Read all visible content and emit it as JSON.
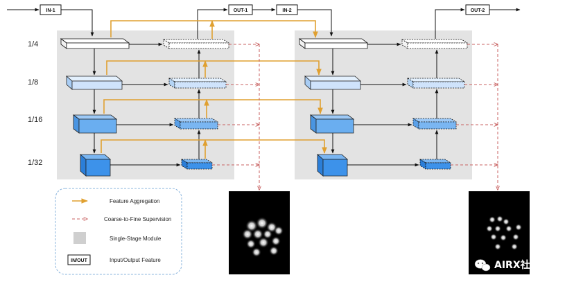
{
  "io_labels": {
    "in1": "IN-1",
    "out1": "OUT-1",
    "in2": "IN-2",
    "out2": "OUT-2"
  },
  "scales": [
    "1/4",
    "1/8",
    "1/16",
    "1/32"
  ],
  "legend": {
    "feature_aggregation": "Feature Aggregation",
    "coarse_to_fine": "Coarse-to-Fine Supervision",
    "single_stage": "Single-Stage Module",
    "io_sample": "IN/OUT",
    "io_desc": "Input/Output Feature"
  },
  "watermark": "AIRX社区",
  "colors": {
    "aggregation_arrow": "#e0a030",
    "supervision_arrow": "#c86060",
    "module_bg": "#e3e3e3",
    "block_white": "#ffffff",
    "block_light": "#cfe3fb",
    "block_mid": "#6aaef0",
    "block_dark": "#3d92ea",
    "legend_border": "#8ab4dd"
  }
}
